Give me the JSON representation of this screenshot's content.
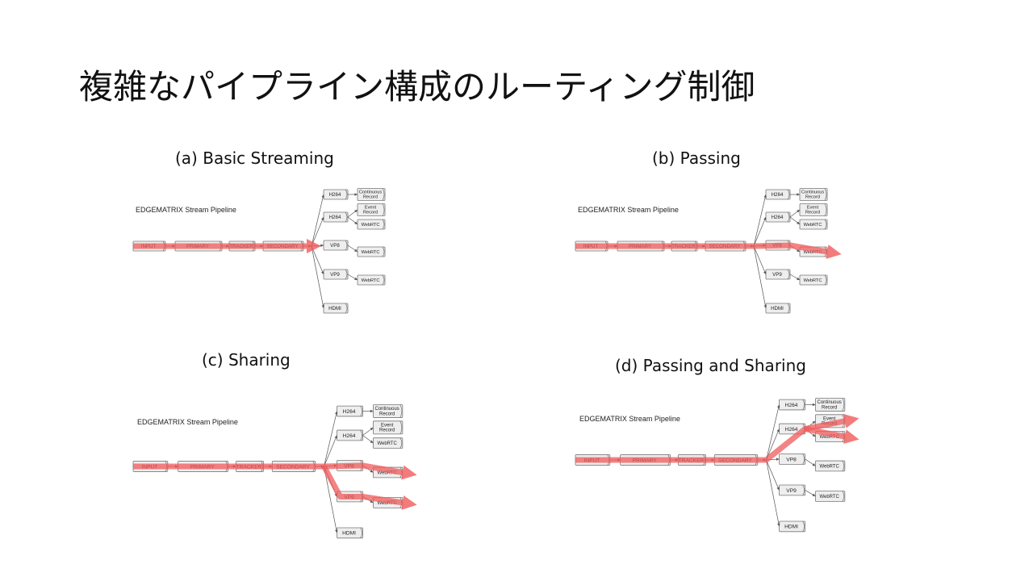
{
  "slide": {
    "title": "複雑なパイプライン構成のルーティング制御"
  },
  "labels": {
    "input": "INPUT",
    "primary": "PRIMARY",
    "tracker": "TRACKER",
    "secondary": "SECONDARY",
    "h264": "H264",
    "vp8": "VP8",
    "vp9": "VP9",
    "hdmi": "HDMI",
    "continuous_1": "Continuous",
    "continuous_2": "Record",
    "event_1": "Event",
    "event_2": "Record",
    "webrtc": "WebRTC"
  },
  "panels": [
    {
      "id": "a",
      "caption": "(a) Basic Streaming",
      "pipeline_label": "EDGEMATRIX Stream Pipeline"
    },
    {
      "id": "b",
      "caption": "(b) Passing",
      "pipeline_label": "EDGEMATRIX Stream Pipeline"
    },
    {
      "id": "c",
      "caption": "(c) Sharing",
      "pipeline_label": "EDGEMATRIX Stream Pipeline"
    },
    {
      "id": "d",
      "caption": "(d) Passing and Sharing",
      "pipeline_label": "EDGEMATRIX Stream Pipeline"
    }
  ],
  "colors": {
    "highlight": "#f05a5a",
    "node_fill": "#eeeeee",
    "node_stroke": "#777777",
    "edge": "#555555",
    "text": "#222222"
  }
}
